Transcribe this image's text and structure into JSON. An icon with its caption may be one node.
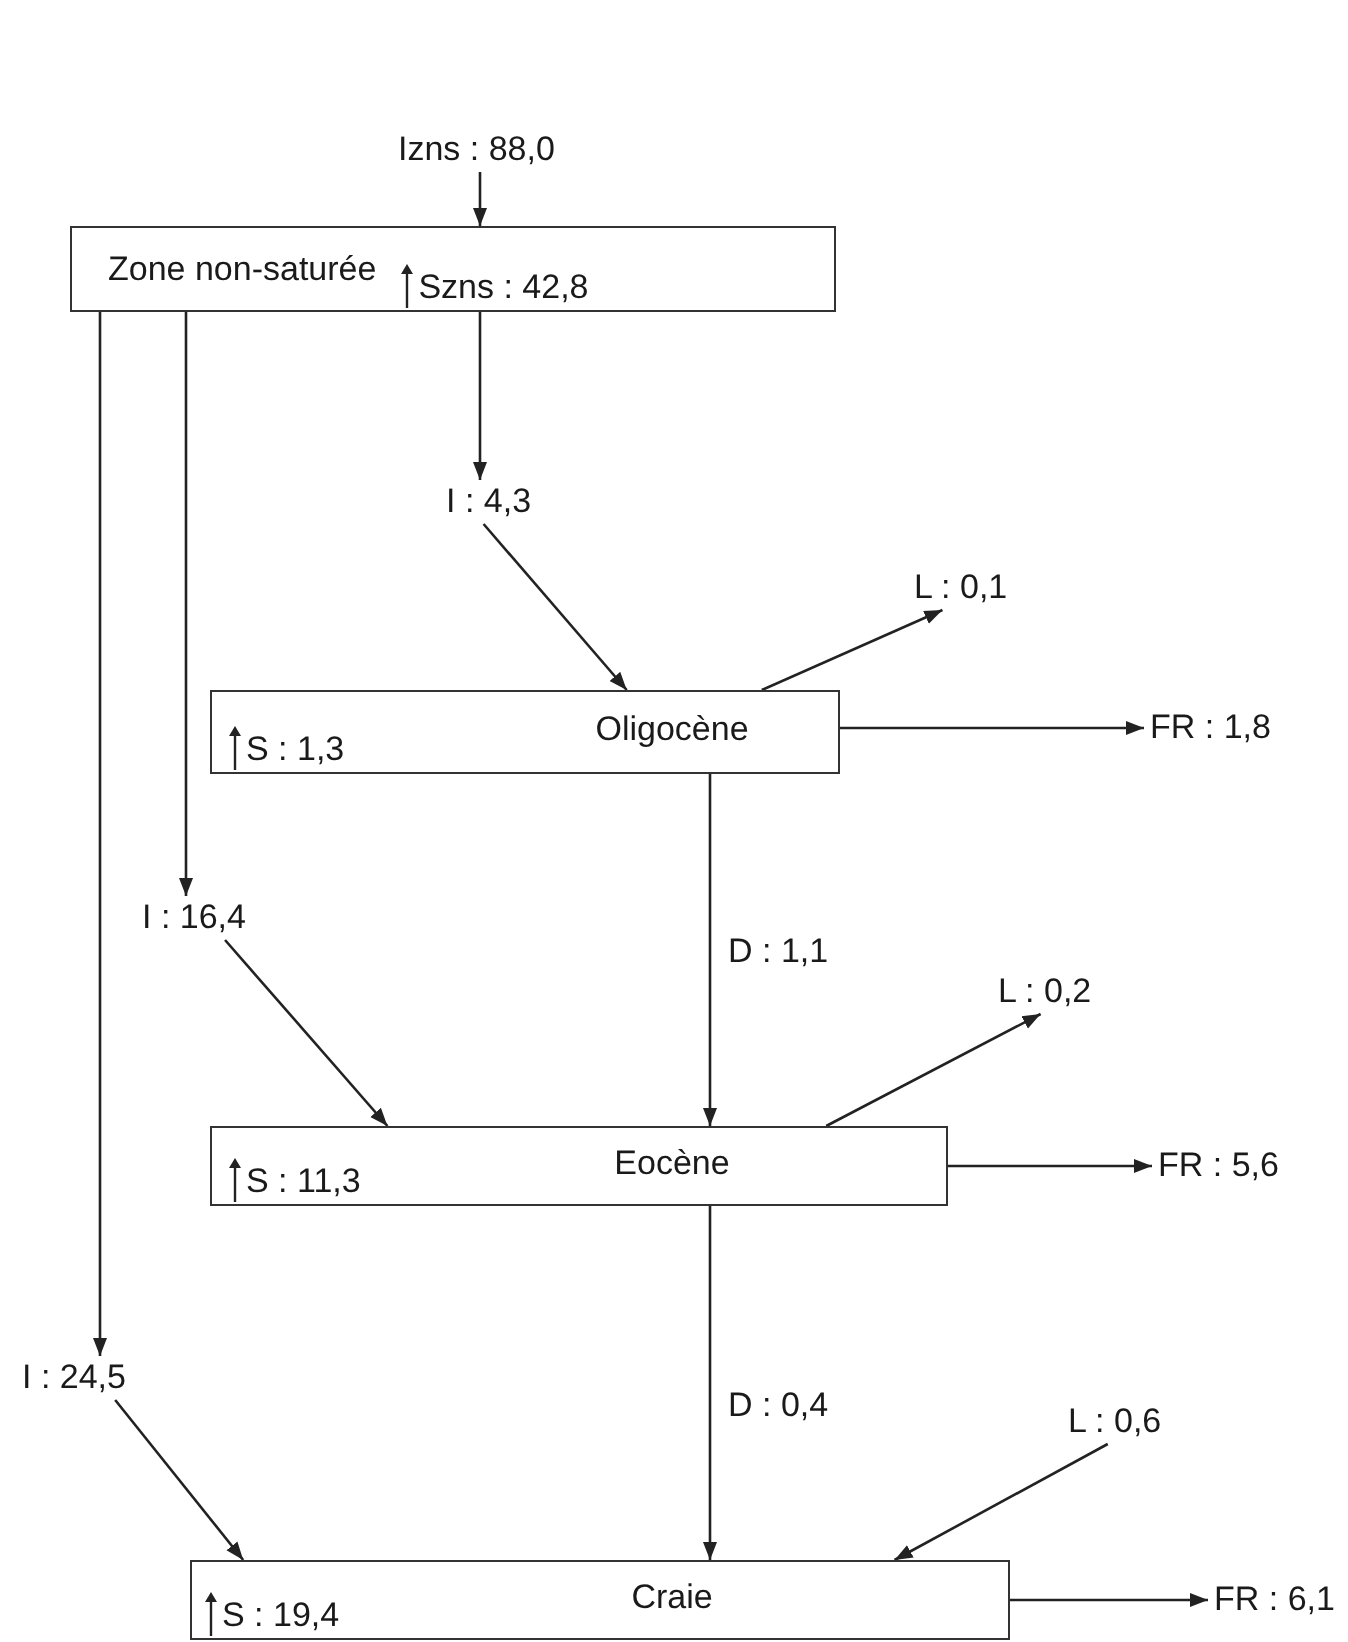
{
  "diagram": {
    "nodes": [
      {
        "text": [
          "Izns : 88,0"
        ]
      },
      {
        "text": [
          "Zone non-saturée",
          "Szns : 42,8"
        ]
      },
      {
        "text": [
          "I : 4,3"
        ]
      },
      {
        "text": [
          "L : 0,1"
        ]
      },
      {
        "text": [
          "S : 1,3",
          "Oligocène"
        ]
      },
      {
        "text": [
          "FR : 1,8"
        ]
      },
      {
        "text": [
          "I : 16,4"
        ]
      },
      {
        "text": [
          "L : 0,2"
        ]
      },
      {
        "text": [
          "S : 11,3",
          "Eocène"
        ]
      },
      {
        "text": [
          "FR : 5,6"
        ]
      },
      {
        "text": [
          "I : 24,5"
        ]
      },
      {
        "text": [
          "L : 0,6"
        ]
      },
      {
        "text": [
          "S : 19,4",
          "Craie"
        ]
      },
      {
        "text": [
          "FR : 6,1"
        ]
      }
    ],
    "edges": [
      {
        "from": 0,
        "to": 1,
        "arrow": "to"
      },
      {
        "from": 1,
        "to": 2,
        "arrow": "to"
      },
      {
        "from": 2,
        "to": 4,
        "arrow": "to"
      },
      {
        "from": 4,
        "to": 3,
        "arrow": "to"
      },
      {
        "from": 4,
        "to": 5,
        "arrow": "to"
      },
      {
        "from": 1,
        "to": 6,
        "arrow": "to"
      },
      {
        "from": 6,
        "to": 8,
        "arrow": "to"
      },
      {
        "from": 4,
        "to": 8,
        "arrow": "to",
        "label": "D : 1,1"
      },
      {
        "from": 8,
        "to": 7,
        "arrow": "to"
      },
      {
        "from": 8,
        "to": 9,
        "arrow": "to"
      },
      {
        "from": 1,
        "to": 10,
        "arrow": "to"
      },
      {
        "from": 10,
        "to": 12,
        "arrow": "to"
      },
      {
        "from": 8,
        "to": 12,
        "arrow": "to",
        "label": "D : 0,4"
      },
      {
        "from": 11,
        "to": 12,
        "arrow": "to"
      },
      {
        "from": 12,
        "to": 13,
        "arrow": "to"
      }
    ]
  }
}
